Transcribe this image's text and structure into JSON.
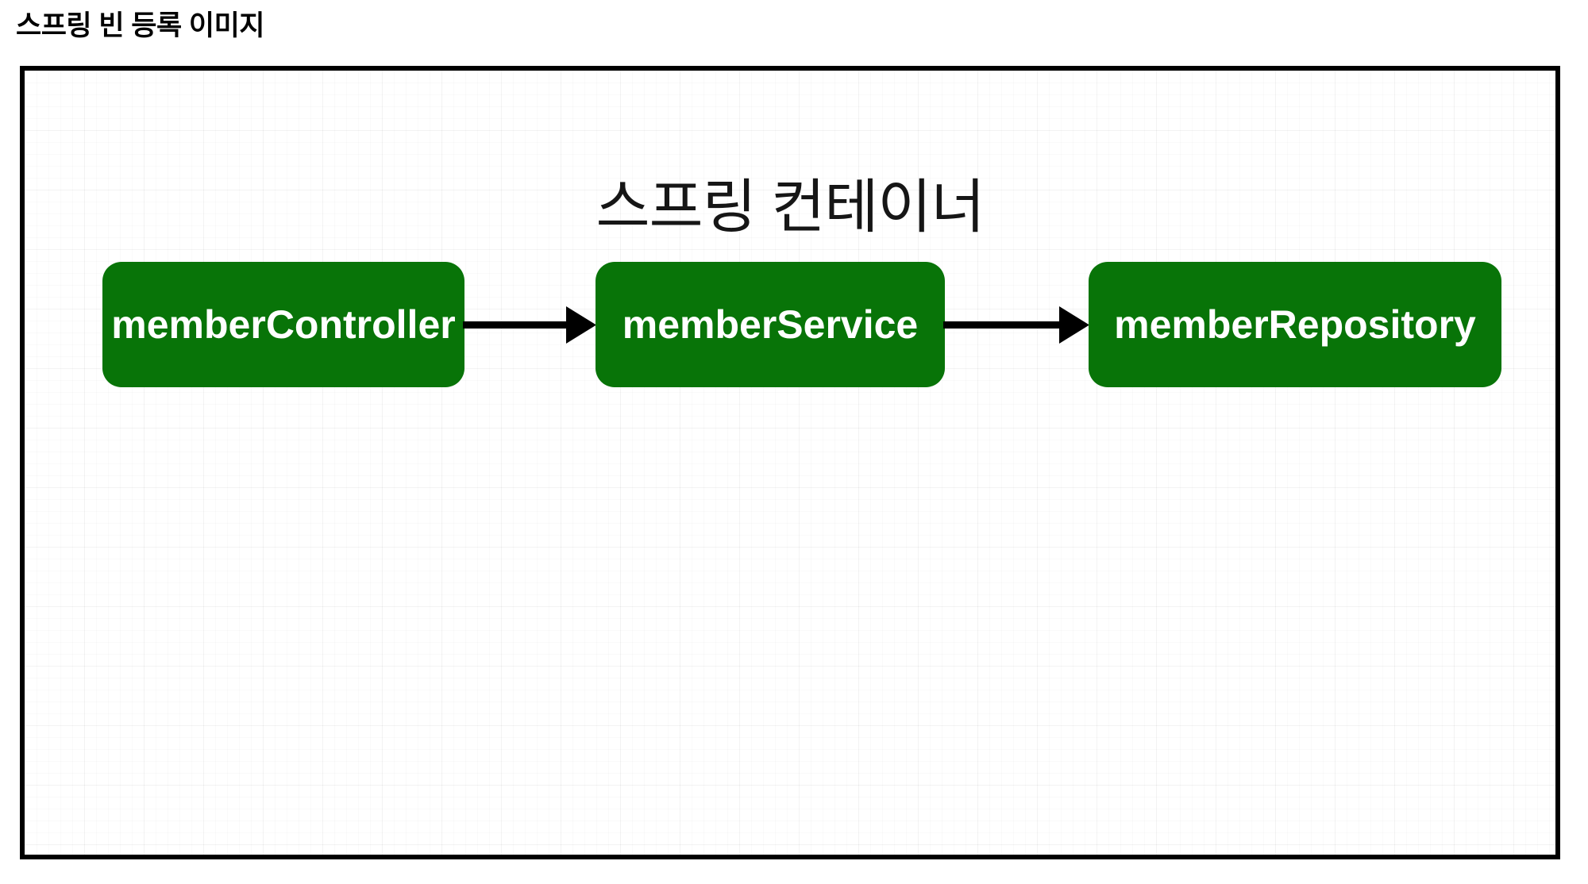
{
  "page": {
    "title": "스프링 빈 등록 이미지"
  },
  "diagram": {
    "container_label": "스프링 컨테이너",
    "beans": [
      {
        "label": "memberController"
      },
      {
        "label": "memberService"
      },
      {
        "label": "memberRepository"
      }
    ],
    "connections": [
      {
        "from": "memberController",
        "to": "memberService",
        "direction": "right"
      },
      {
        "from": "memberService",
        "to": "memberRepository",
        "direction": "right"
      }
    ],
    "colors": {
      "bean_fill": "#087408",
      "bean_text": "#ffffff",
      "border": "#000000",
      "arrow": "#000000"
    }
  }
}
